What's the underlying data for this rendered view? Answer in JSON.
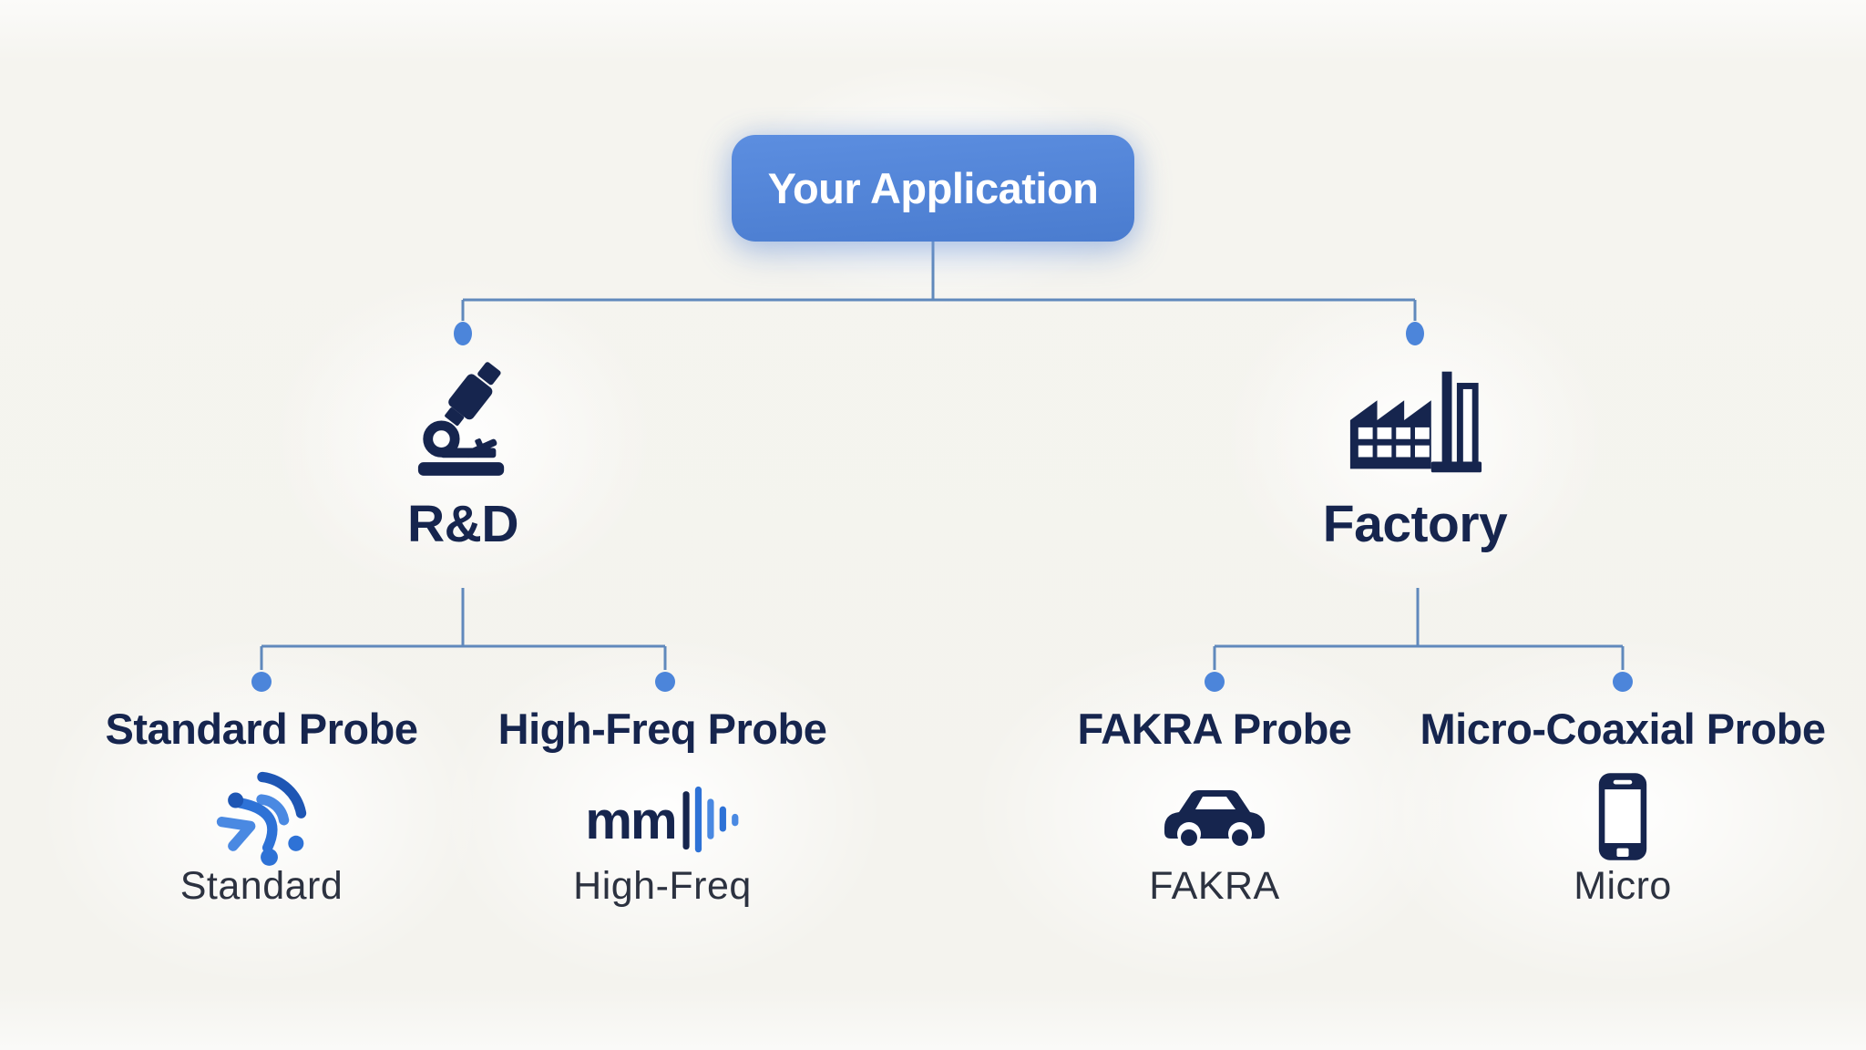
{
  "colors": {
    "canvas_bg": "#f5f4ef",
    "accent_blue": "#4a7ccf",
    "accent_blue_light": "#5c8ee0",
    "connector_line": "#6089bc",
    "connector_dot": "#4c85da",
    "navy": "#16254e",
    "caption_text": "#2c3240",
    "root_text": "#ffffff",
    "icon_blue_dark": "#1e56b4",
    "icon_blue_mid": "#2e72d6",
    "icon_blue_light": "#4a89e2"
  },
  "root": {
    "label": "Your Application"
  },
  "branches": [
    {
      "label": "R&D",
      "icon": "microscope-icon",
      "children": [
        {
          "title": "Standard Probe",
          "icon": "signal-scatter-icon",
          "caption": "Standard"
        },
        {
          "title": "High-Freq Probe",
          "icon": "mmwave-bars-icon",
          "icon_text": "mm",
          "caption": "High-Freq"
        }
      ]
    },
    {
      "label": "Factory",
      "icon": "factory-icon",
      "children": [
        {
          "title": "FAKRA Probe",
          "icon": "car-icon",
          "caption": "FAKRA"
        },
        {
          "title": "Micro-Coaxial Probe",
          "icon": "smartphone-icon",
          "caption": "Micro"
        }
      ]
    }
  ]
}
